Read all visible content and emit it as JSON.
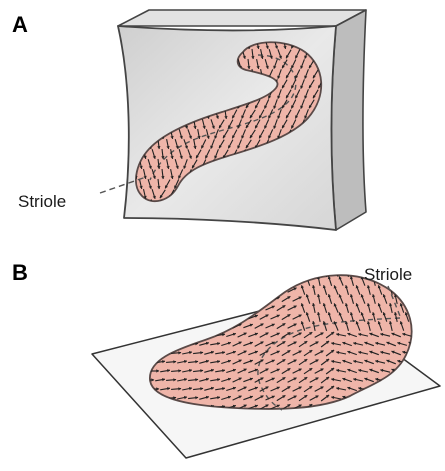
{
  "panel_a": {
    "letter": "A",
    "callout": "Striole"
  },
  "panel_b": {
    "letter": "B",
    "callout": "Striole"
  },
  "colors": {
    "epithelium_fill": "#EFB5A9",
    "outline": "#5a4a48",
    "arrow": "#222222",
    "block_face": "#dcdcdc",
    "block_side": "#bdbdbd",
    "plane": "#f4f4f4"
  }
}
